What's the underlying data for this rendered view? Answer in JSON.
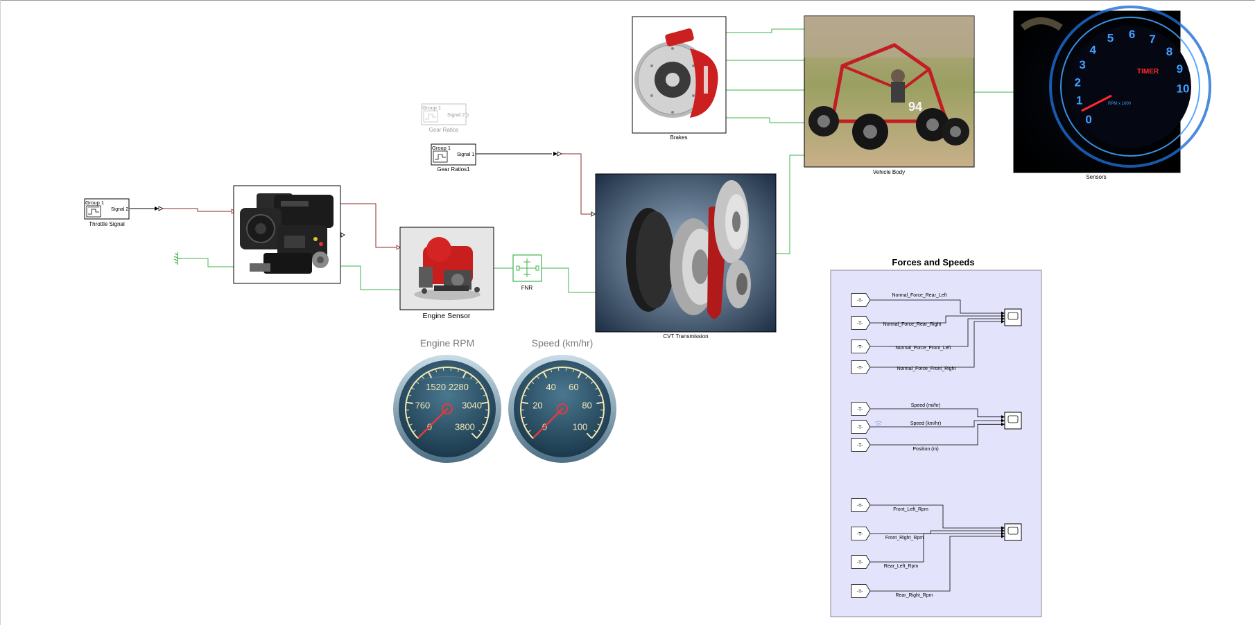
{
  "blocks": {
    "throttle": {
      "group": "Group 1",
      "signal": "Signal 2",
      "label": "Throttle Signal"
    },
    "gear_ratios": {
      "group": "Group 1",
      "signal": "Signal 2",
      "label": "Gear Ratios"
    },
    "gear_ratios1": {
      "group": "Group 1",
      "signal": "Signal 1",
      "label": "Gear Ratios1"
    },
    "engine_sensor": {
      "label": "Engine Sensor"
    },
    "fnr": {
      "label": "FNR"
    },
    "cvt": {
      "label": "CVT Transmission"
    },
    "brakes": {
      "label": "Brakes"
    },
    "vehicle_body": {
      "label": "Vehicle Body"
    },
    "sensors": {
      "label": "Sensors"
    }
  },
  "gauges": [
    {
      "title": "Engine RPM",
      "ticks": [
        "0",
        "760",
        "1520",
        "2280",
        "3040",
        "3800"
      ],
      "value": 0
    },
    {
      "title": "Speed (km/hr)",
      "ticks": [
        "0",
        "20",
        "40",
        "60",
        "80",
        "100"
      ],
      "value": 0
    }
  ],
  "sensors_gauge": {
    "ticks": [
      "1",
      "2",
      "3",
      "4",
      "5",
      "6",
      "7",
      "8",
      "9",
      "10",
      "0"
    ],
    "brand": "TIMER",
    "caption": "RPM x 1000"
  },
  "panel": {
    "title": "Forces and Speeds",
    "from_tag": "-T-",
    "groups": [
      {
        "signals": [
          "Normal_Force_Rear_Left",
          "Normal_Force_Rear_Right",
          "Normal_Force_Front_Left",
          "Normal_Force_Front_Right"
        ]
      },
      {
        "signals": [
          "Speed (mi/hr)",
          "Speed (km/hr)",
          "Position (m)"
        ]
      },
      {
        "signals": [
          "Front_Left_Rpm",
          "Front_Right_Rpm",
          "Rear_Left_Rpm",
          "Rear_Right_Rpm"
        ]
      }
    ]
  },
  "colors": {
    "physical_line": "#3cb44b",
    "signal_line": "#8b2b2b",
    "panel_bg": "#e3e3fb",
    "brake_red": "#cc1f1f"
  }
}
